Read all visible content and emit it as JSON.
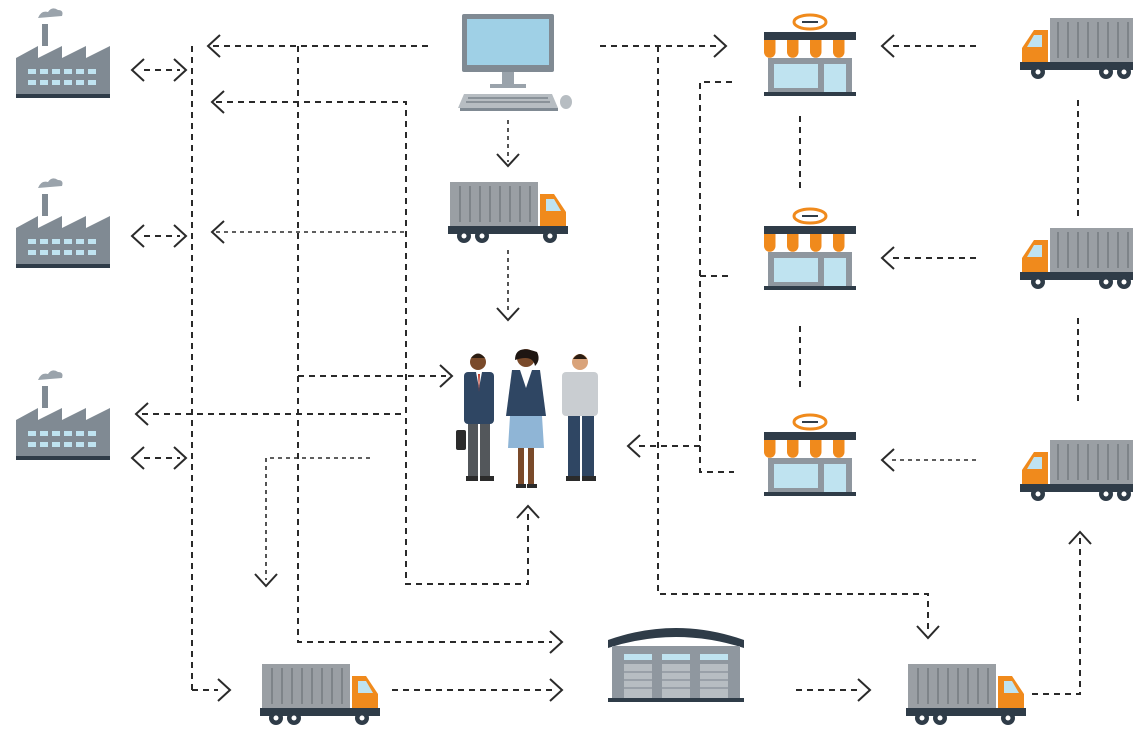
{
  "colors": {
    "factory_body": "#808a93",
    "factory_windows": "#bfe3f0",
    "truck_cab": "#f08a1c",
    "truck_container": "#9a9fa4",
    "truck_chassis": "#2f3c48",
    "store_awning_orange": "#f08a1c",
    "store_awning_white": "#ffffff",
    "store_body": "#8f979f",
    "monitor_screen": "#9fd0e6",
    "warehouse_roof": "#2f3c48",
    "line": "#2a2a2a"
  },
  "nodes": [
    {
      "name": "factory-icon",
      "kind": "factory"
    },
    {
      "name": "factory-icon",
      "kind": "factory"
    },
    {
      "name": "factory-icon",
      "kind": "factory"
    },
    {
      "name": "computer-icon",
      "kind": "computer"
    },
    {
      "name": "people-group-icon",
      "kind": "people"
    },
    {
      "name": "truck-icon",
      "kind": "truck"
    },
    {
      "name": "store-icon",
      "kind": "store"
    },
    {
      "name": "store-icon",
      "kind": "store"
    },
    {
      "name": "store-icon",
      "kind": "store"
    },
    {
      "name": "truck-icon",
      "kind": "truck"
    },
    {
      "name": "truck-icon",
      "kind": "truck"
    },
    {
      "name": "truck-icon",
      "kind": "truck"
    },
    {
      "name": "warehouse-icon",
      "kind": "warehouse"
    },
    {
      "name": "truck-icon",
      "kind": "truck"
    },
    {
      "name": "truck-icon",
      "kind": "truck"
    }
  ]
}
